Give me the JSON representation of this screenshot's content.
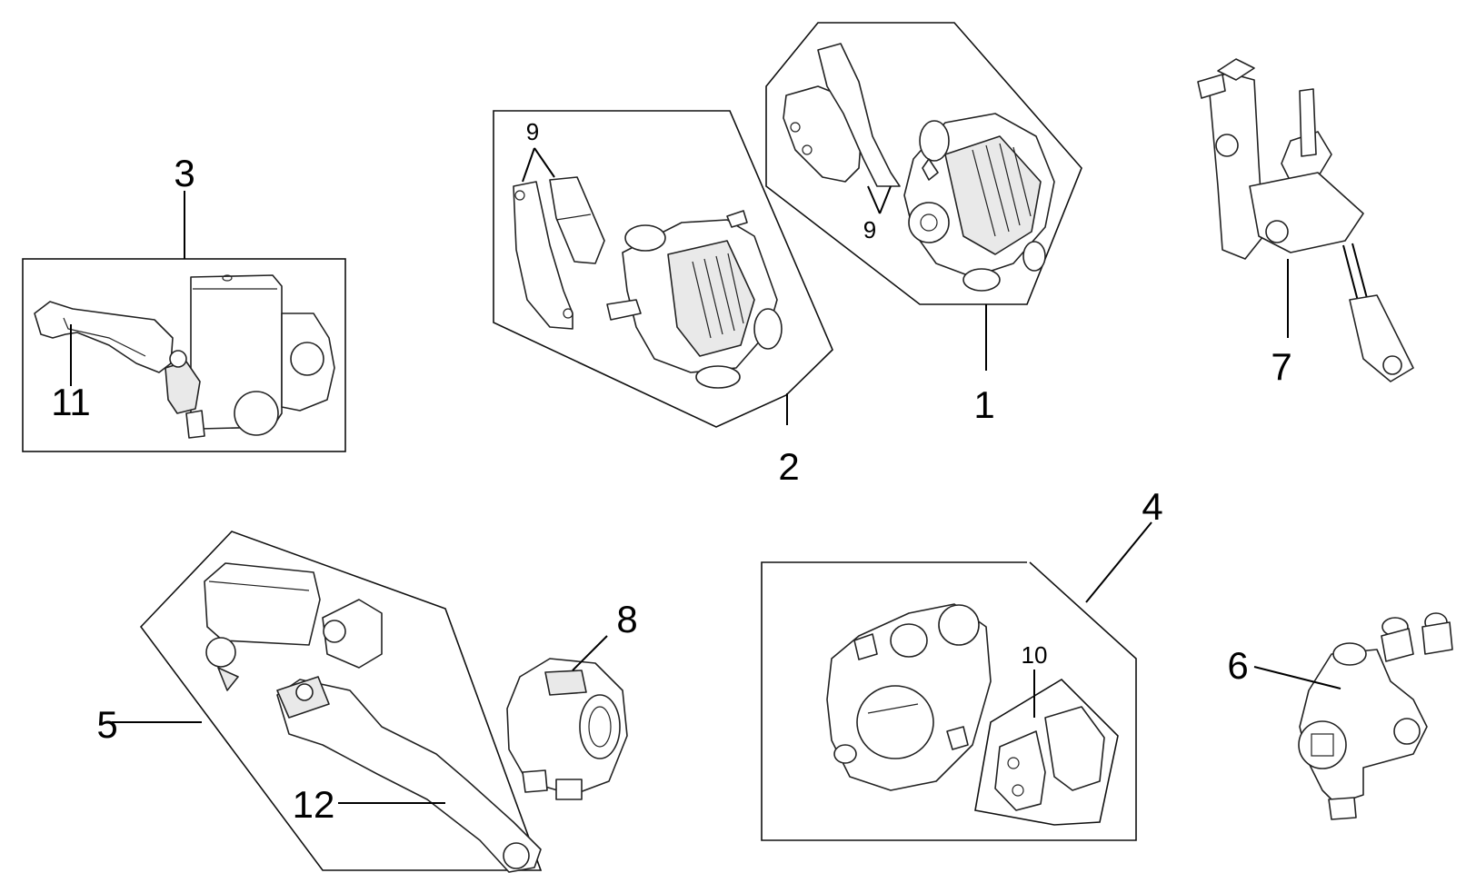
{
  "callouts": {
    "c1": "1",
    "c2": "2",
    "c3": "3",
    "c4": "4",
    "c5": "5",
    "c6": "6",
    "c7": "7",
    "c8": "8",
    "c9a": "9",
    "c9b": "9",
    "c10": "10",
    "c11": "11",
    "c12": "12"
  }
}
